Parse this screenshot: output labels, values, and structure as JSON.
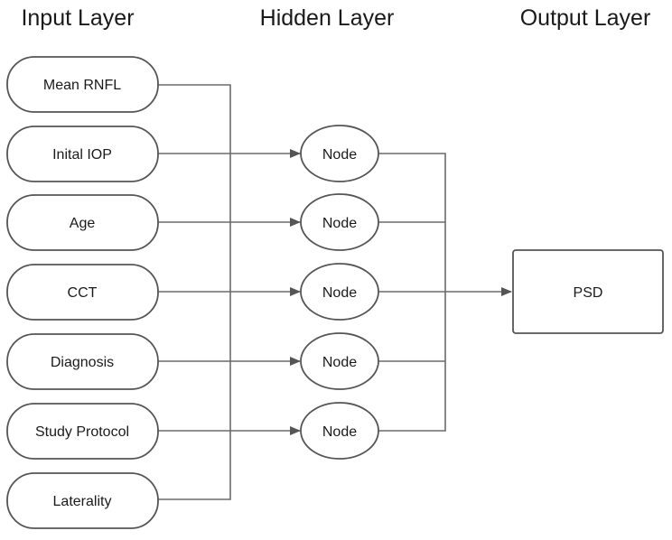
{
  "layers": {
    "input_title": "Input Layer",
    "hidden_title": "Hidden Layer",
    "output_title": "Output Layer"
  },
  "inputs": [
    "Mean RNFL",
    "Inital IOP",
    "Age",
    "CCT",
    "Diagnosis",
    "Study Protocol",
    "Laterality"
  ],
  "hidden_nodes": [
    "Node",
    "Node",
    "Node",
    "Node",
    "Node"
  ],
  "output": "PSD",
  "colors": {
    "stroke": "#555555",
    "wire": "#6b6b6b",
    "text": "#1a1a1a",
    "background": "#ffffff"
  }
}
